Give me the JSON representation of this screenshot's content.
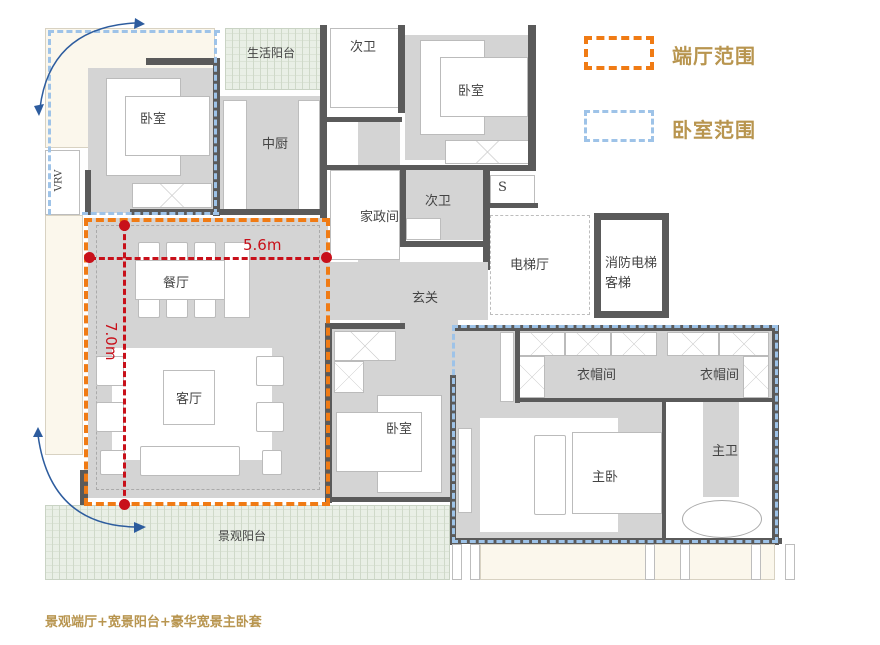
{
  "legend": {
    "items": [
      {
        "label": "端厅范围",
        "color": "#f07b14",
        "style": "dashed"
      },
      {
        "label": "卧室范围",
        "color": "#9ec3e8",
        "style": "dashed"
      }
    ]
  },
  "caption": "景观端厅+宽景阳台+豪华宽景主卧套",
  "rooms": {
    "bedroom_nw": "卧室",
    "laundry_balcony": "生活阳台",
    "kitchen": "中厨",
    "bath_top": "次卫",
    "bedroom_n": "卧室",
    "bath_mid": "次卫",
    "storage_s": "S",
    "utility": "家政间",
    "elevator_hall": "电梯厅",
    "fire_elevator": [
      "消防电梯",
      "客梯"
    ],
    "dining": "餐厅",
    "living": "客厅",
    "foyer": "玄关",
    "bedroom_s": "卧室",
    "wardrobe_1": "衣帽间",
    "wardrobe_2": "衣帽间",
    "master_bath": "主卫",
    "master_bedroom": "主卧",
    "view_balcony": "景观阳台",
    "vrv": "VRV"
  },
  "dimensions": {
    "width": "5.6m",
    "depth": "7.0m"
  },
  "colors": {
    "hall_outline": "#f07b14",
    "bedroom_outline": "#9ec3e8",
    "dimension": "#c8101a",
    "caption": "#b8954f",
    "wall": "#5a5a5a",
    "floor": "#d4d4d4"
  }
}
